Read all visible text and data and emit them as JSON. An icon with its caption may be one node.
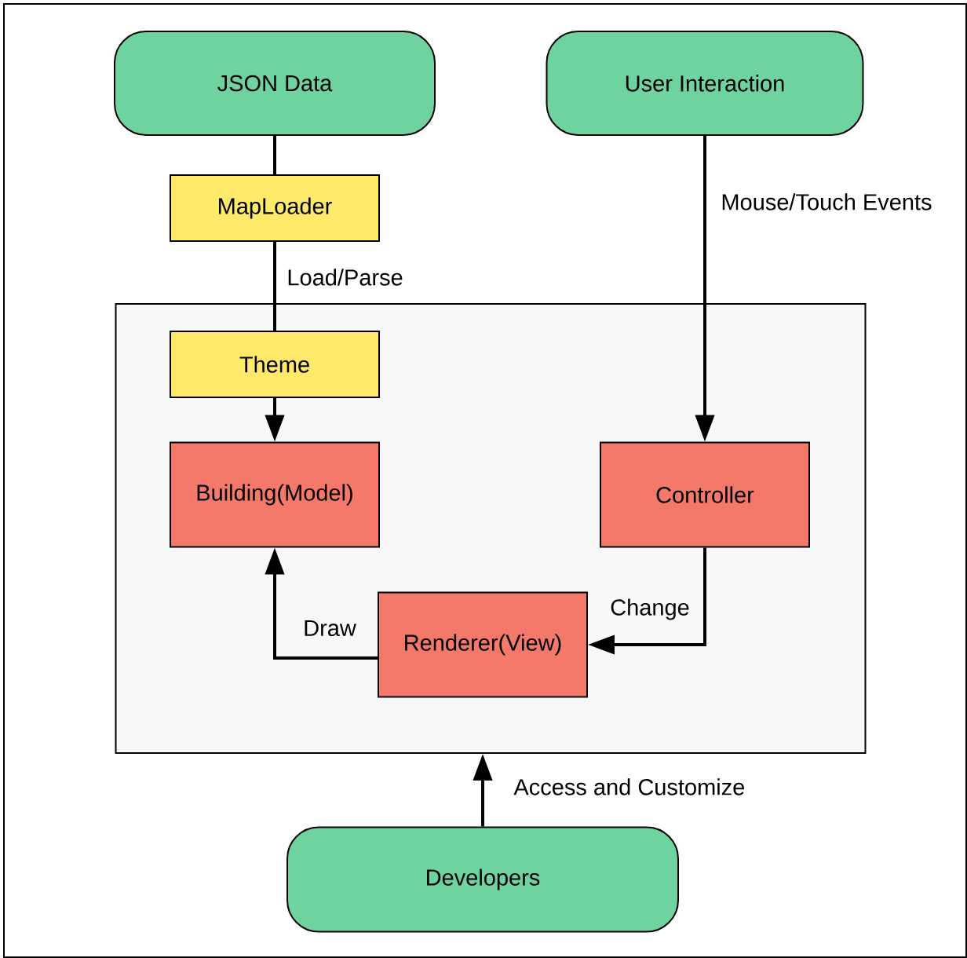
{
  "diagram": {
    "nodes": [
      {
        "text": [
          "JSON Data"
        ]
      },
      {
        "text": [
          "MapLoader"
        ]
      },
      {
        "text": [
          "User Interaction"
        ]
      },
      {
        "text": [],
        "shape": "box"
      },
      {
        "text": [
          "Theme"
        ],
        "in": 3
      },
      {
        "text": [
          "Building(Model)"
        ],
        "in": 3
      },
      {
        "text": [
          "Controller"
        ],
        "in": 3
      },
      {
        "text": [
          "Renderer(View)"
        ],
        "in": 3
      },
      {
        "text": [
          "Developers"
        ]
      }
    ],
    "edges": [
      {
        "from": 0,
        "to": 1,
        "arrow": "none"
      },
      {
        "from": 1,
        "to": 4,
        "arrow": "none",
        "label": "Load/Parse"
      },
      {
        "from": 4,
        "to": 5,
        "arrow": "to"
      },
      {
        "from": 2,
        "to": 6,
        "arrow": "to",
        "label": "Mouse/Touch Events"
      },
      {
        "from": 6,
        "to": 7,
        "arrow": "to",
        "label": "Change"
      },
      {
        "from": 7,
        "to": 5,
        "arrow": "to",
        "label": "Draw"
      },
      {
        "from": 8,
        "to": 3,
        "arrow": "to",
        "label": "Access and Customize"
      }
    ]
  }
}
